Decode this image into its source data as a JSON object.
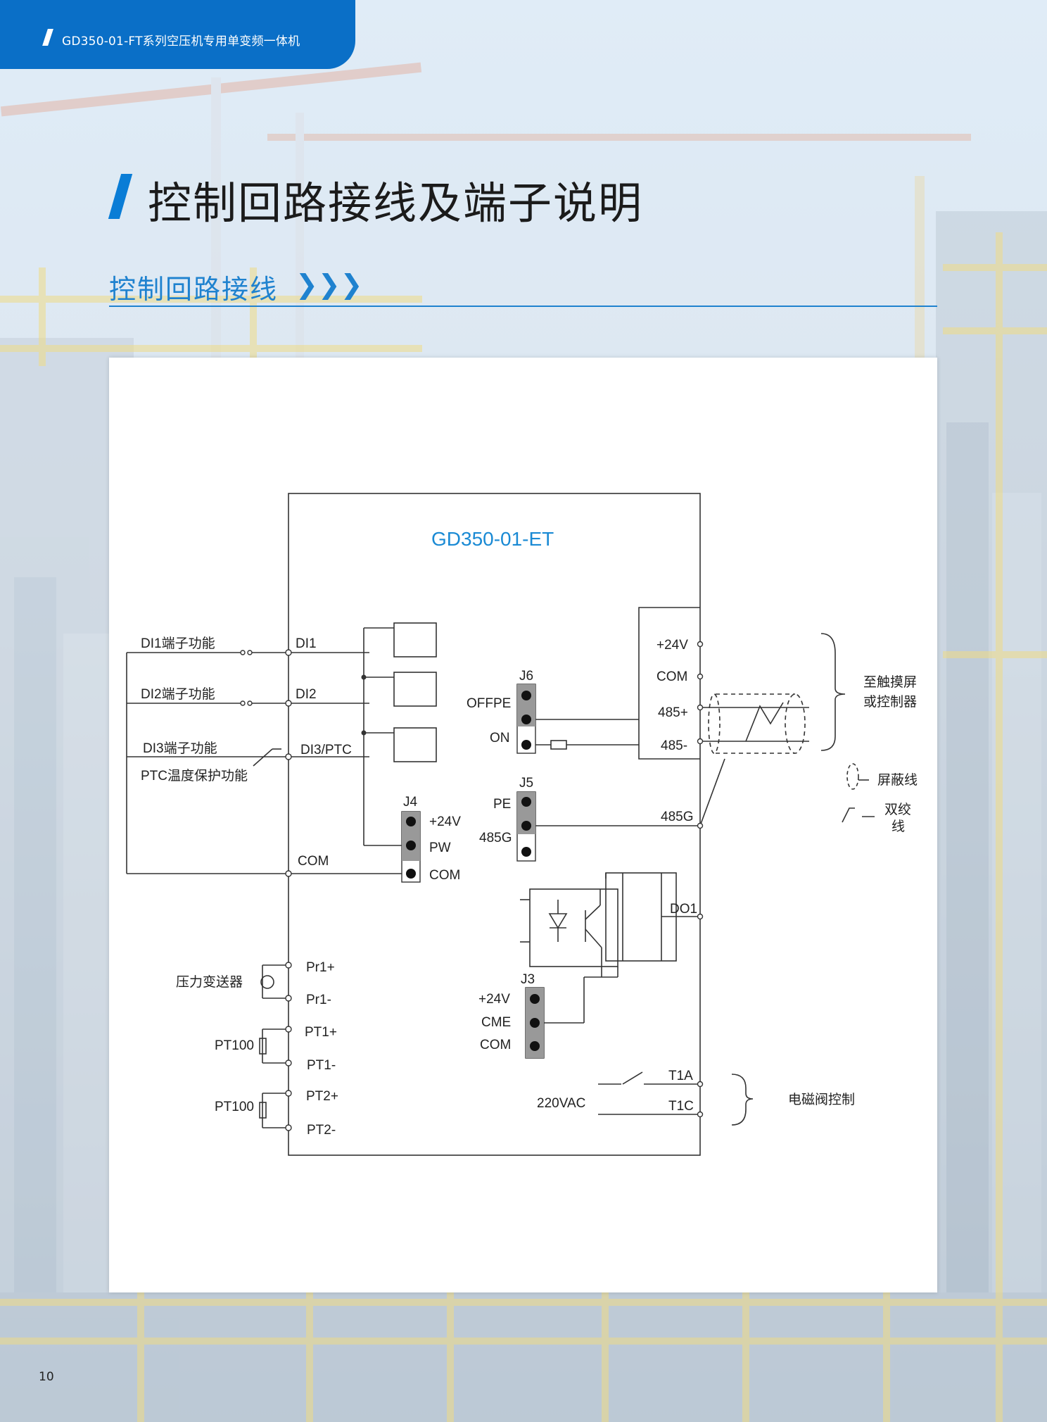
{
  "header": {
    "text": "GD350-01-FT系列空压机专用单变频一体机"
  },
  "page_title": "控制回路接线及端子说明",
  "section_title": "控制回路接线",
  "section_chevrons": "❯❯❯",
  "page_number": "10",
  "diagram": {
    "model": "GD350-01-ET",
    "di_labels": [
      "DI1端子功能",
      "DI2端子功能",
      "DI3端子功能",
      "PTC温度保护功能"
    ],
    "di_terminals": [
      "DI1",
      "DI2",
      "DI3/PTC",
      "COM"
    ],
    "j4": {
      "name": "J4",
      "pins": [
        "+24V",
        "PW",
        "COM"
      ]
    },
    "j6": {
      "name": "J6",
      "pins": [
        "OFFPE",
        "ON"
      ]
    },
    "j5": {
      "name": "J5",
      "pins": [
        "PE",
        "485G"
      ]
    },
    "j3": {
      "name": "J3",
      "pins": [
        "+24V",
        "CME",
        "COM"
      ]
    },
    "rs485_terminals": [
      "+24V",
      "COM",
      "485+",
      "485-",
      "485G"
    ],
    "rs485_target": [
      "至触摸屏",
      "或控制器"
    ],
    "legend": {
      "shield": "屏蔽线",
      "twisted": [
        "双绞",
        "线"
      ]
    },
    "do_terminal": "DO1",
    "pressure": {
      "label": "压力变送器",
      "terminals": [
        "Pr1+",
        "Pr1-"
      ]
    },
    "pt100_1": {
      "label": "PT100",
      "terminals": [
        "PT1+",
        "PT1-"
      ]
    },
    "pt100_2": {
      "label": "PT100",
      "terminals": [
        "PT2+",
        "PT2-"
      ]
    },
    "relay": {
      "supply": "220VAC",
      "terminals": [
        "T1A",
        "T1C"
      ],
      "target": "电磁阀控制"
    }
  },
  "colors": {
    "brand_blue": "#0a6fc7",
    "accent_blue": "#1f82cf",
    "model_text": "#1a8ad4"
  }
}
